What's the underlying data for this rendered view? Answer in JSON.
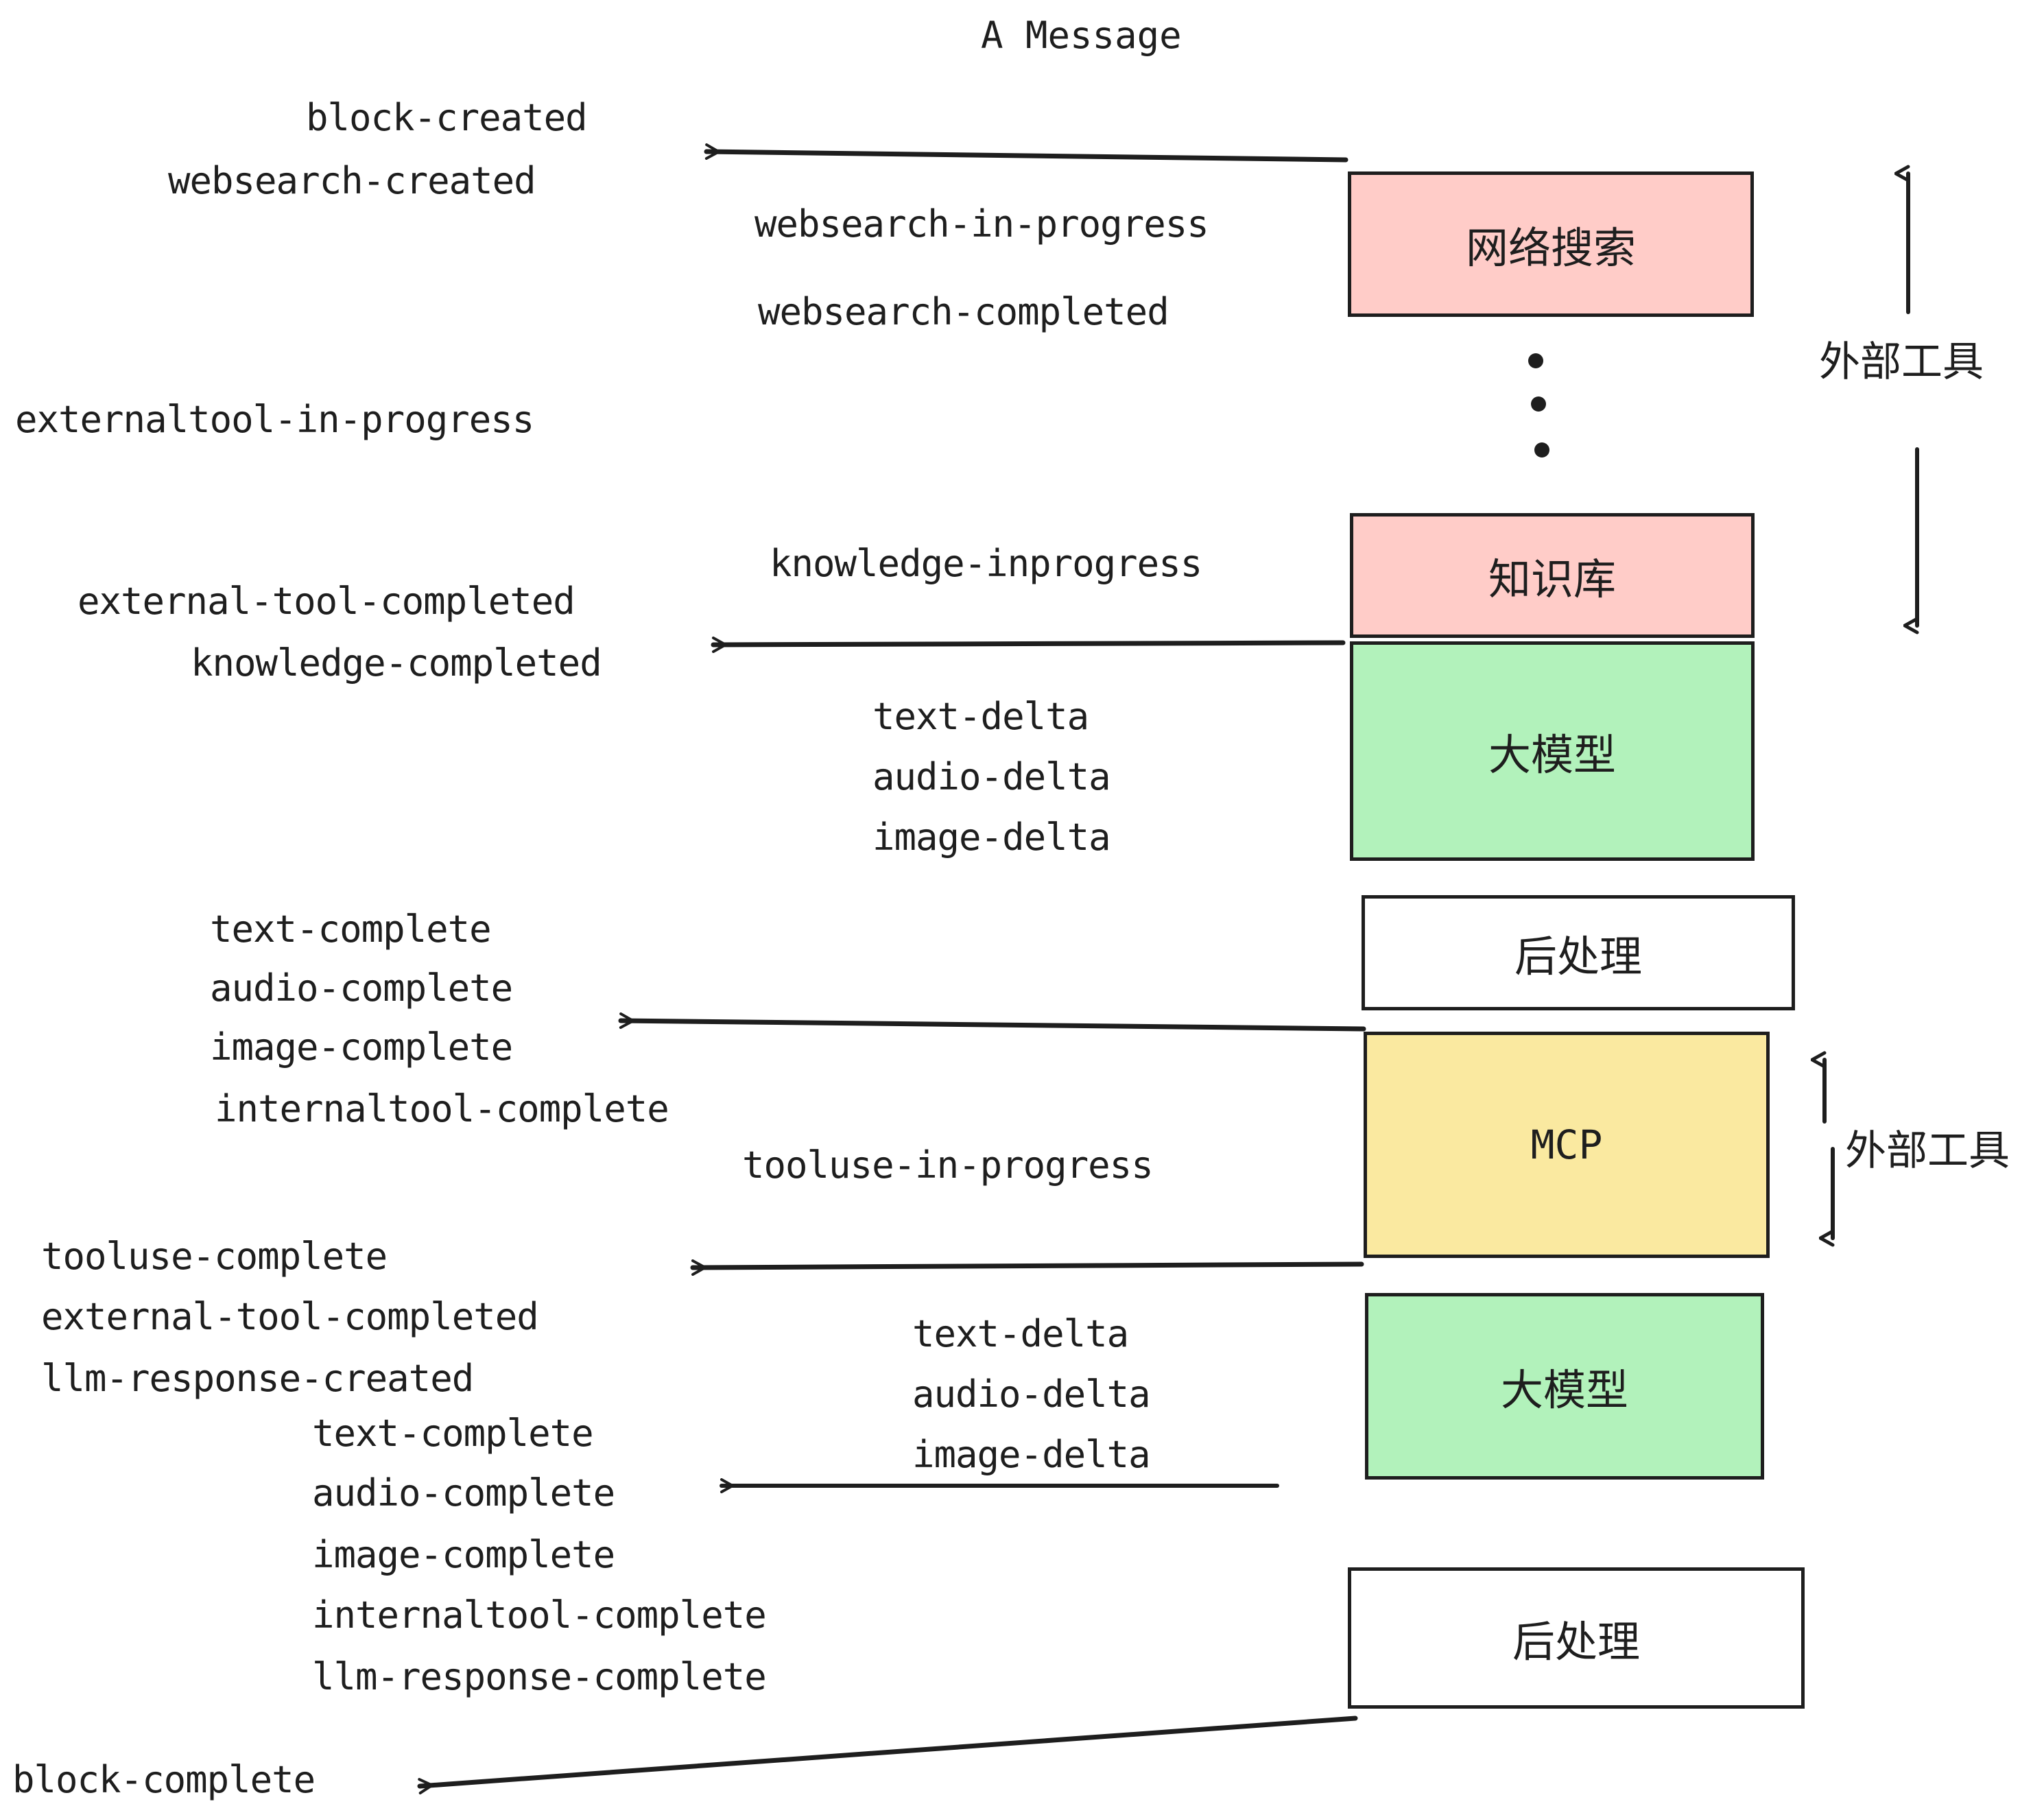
{
  "title": "A Message",
  "events": {
    "block_created": "block-created",
    "websearch_created": "websearch-created",
    "websearch_in_progress": "websearch-in-progress",
    "websearch_completed": "websearch-completed",
    "externaltool_in_progress": "externaltool-in-progress",
    "knowledge_inprogress": "knowledge-inprogress",
    "external_tool_completed_1": "external-tool-completed",
    "knowledge_completed": "knowledge-completed",
    "text_delta_1": "text-delta",
    "audio_delta_1": "audio-delta",
    "image_delta_1": "image-delta",
    "text_complete_1": "text-complete",
    "audio_complete_1": "audio-complete",
    "image_complete_1": "image-complete",
    "internaltool_complete_1": "internaltool-complete",
    "tooluse_in_progress": "tooluse-in-progress",
    "tooluse_complete": "tooluse-complete",
    "external_tool_completed_2": "external-tool-completed",
    "llm_response_created": "llm-response-created",
    "text_delta_2": "text-delta",
    "audio_delta_2": "audio-delta",
    "image_delta_2": "image-delta",
    "text_complete_2": "text-complete",
    "audio_complete_2": "audio-complete",
    "image_complete_2": "image-complete",
    "internaltool_complete_2": "internaltool-complete",
    "llm_response_complete": "llm-response-complete",
    "block_complete": "block-complete"
  },
  "nodes": {
    "websearch": "网络搜索",
    "knowledge_base": "知识库",
    "llm_1": "大模型",
    "postprocess_1": "后处理",
    "mcp": "MCP",
    "llm_2": "大模型",
    "postprocess_2": "后处理"
  },
  "annotations": {
    "external_tools_1": "外部工具",
    "external_tools_2": "外部工具",
    "ellipsis": "⋮"
  },
  "colors": {
    "pink": "#ffccc8",
    "green": "#b2f2bb",
    "yellow": "#fae9a0",
    "white": "#ffffff",
    "stroke": "#1e1e1e"
  }
}
